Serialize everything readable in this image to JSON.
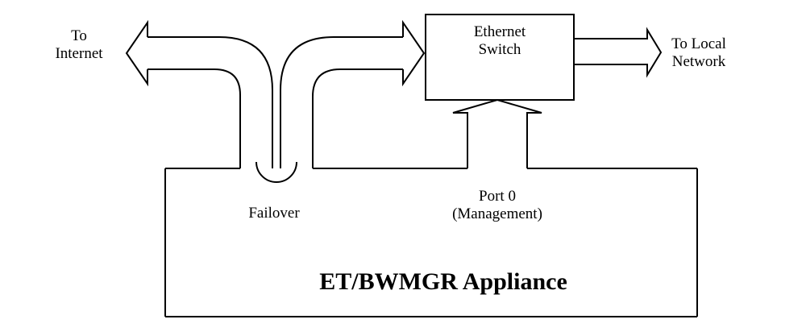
{
  "labels": {
    "internet_line1": "To",
    "internet_line2": "Internet",
    "switch_line1": "Ethernet",
    "switch_line2": "Switch",
    "local_line1": "To Local",
    "local_line2": "Network",
    "failover": "Failover",
    "port0_line1": "Port 0",
    "port0_line2": "(Management)",
    "appliance": "ET/BWMGR Appliance"
  },
  "colors": {
    "stroke": "#000000",
    "background": "#ffffff"
  }
}
